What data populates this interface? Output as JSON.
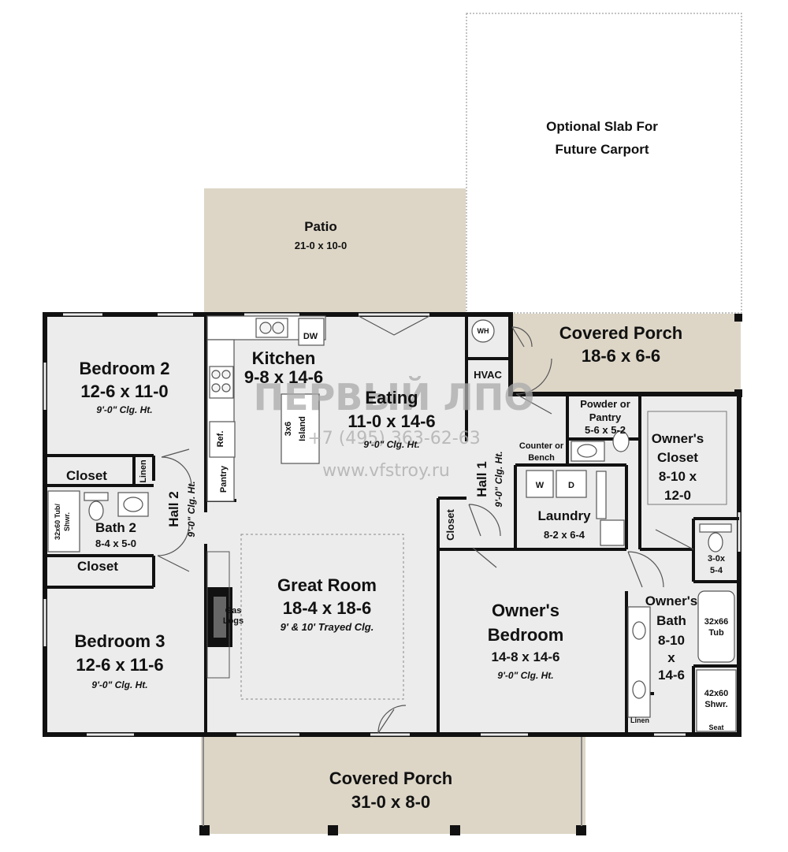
{
  "colors": {
    "wall": "#111111",
    "floor": "#ececec",
    "porch": "#ddd6c7",
    "fixture_stroke": "#555555",
    "watermark": "#aaaaaa"
  },
  "carport": {
    "line1": "Optional Slab For",
    "line2": "Future Carport"
  },
  "patio": {
    "name": "Patio",
    "dims": "21-0 x 10-0"
  },
  "covered_porch_right": {
    "name": "Covered Porch",
    "dims": "18-6 x 6-6"
  },
  "covered_porch_front": {
    "name": "Covered Porch",
    "dims": "31-0 x 8-0"
  },
  "bedroom2": {
    "name": "Bedroom 2",
    "dims": "12-6 x 11-0",
    "ceiling": "9'-0\" Clg. Ht."
  },
  "bedroom3": {
    "name": "Bedroom 3",
    "dims": "12-6 x 11-6",
    "ceiling": "9'-0\" Clg. Ht."
  },
  "closet_upper": {
    "name": "Closet"
  },
  "closet_lower": {
    "name": "Closet"
  },
  "linen_hall": {
    "name": "Linen"
  },
  "bath2": {
    "name": "Bath 2",
    "dims": "8-4 x 5-0",
    "tub": "32x60 Tub/",
    "tub2": "Shwr."
  },
  "hall2": {
    "name": "Hall 2",
    "ceiling": "9'-0\" Clg. Ht."
  },
  "kitchen": {
    "name": "Kitchen",
    "dims": "9-8 x 14-6",
    "dw": "DW",
    "ref": "Ref.",
    "pantry": "Pantry",
    "island1": "3x6",
    "island2": "Island"
  },
  "eating": {
    "name": "Eating",
    "dims": "11-0 x 14-6",
    "ceiling": "9'-0\" Clg. Ht."
  },
  "great_room": {
    "name": "Great Room",
    "dims": "18-4 x 18-6",
    "ceiling": "9' & 10' Trayed Clg.",
    "gas1": "Gas",
    "gas2": "Logs"
  },
  "wh": "WH",
  "hvac": "HVAC",
  "powder": {
    "line1": "Powder or",
    "line2": "Pantry",
    "dims": "5-6 x 5-2"
  },
  "counter": {
    "line1": "Counter or",
    "line2": "Bench"
  },
  "hall1": {
    "name": "Hall 1",
    "ceiling": "9'-0\" Clg. Ht."
  },
  "laundry": {
    "name": "Laundry",
    "dims": "8-2 x 6-4",
    "w": "W",
    "d": "D"
  },
  "closet_hall1": {
    "name": "Closet"
  },
  "owners_closet": {
    "line1": "Owner's",
    "line2": "Closet",
    "line3": "8-10 x",
    "line4": "12-0"
  },
  "wc": {
    "line1": "3-0x",
    "line2": "5-4"
  },
  "owners_bedroom": {
    "line1": "Owner's",
    "line2": "Bedroom",
    "dims": "14-8 x 14-6",
    "ceiling": "9'-0\" Clg. Ht."
  },
  "owners_bath": {
    "line1": "Owner's",
    "line2": "Bath",
    "line3": "8-10",
    "line4": "x",
    "line5": "14-6",
    "tub1": "32x66",
    "tub2": "Tub",
    "shwr1": "42x60",
    "shwr2": "Shwr.",
    "seat": "Seat",
    "linen": "Linen"
  },
  "watermark": {
    "logo": "ПЕРВЫЙ ЛПО",
    "phone": "+7 (495) 363-62-63",
    "url": "www.vfstroy.ru"
  }
}
